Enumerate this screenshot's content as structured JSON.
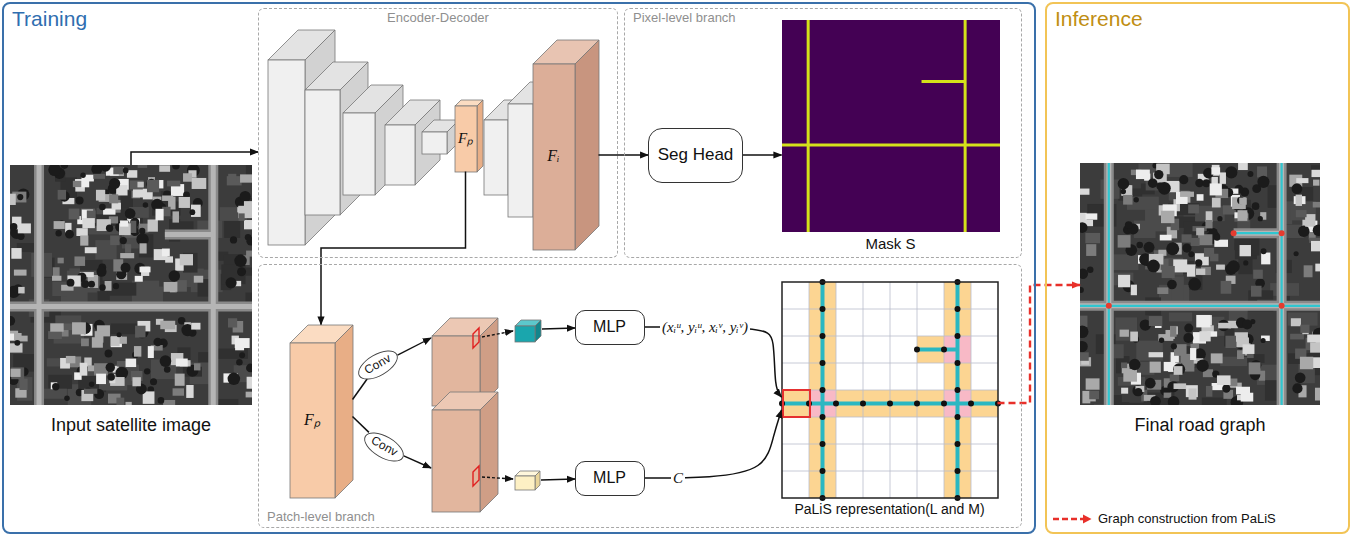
{
  "diagram": {
    "nodes": [
      {
        "text": [
          "Training"
        ]
      },
      {
        "text": [
          "Input satellite image"
        ],
        "in": 0
      },
      {
        "text": [
          "Encoder-Decoder"
        ],
        "in": 0
      },
      {
        "text": [
          "Fₚ"
        ],
        "in": 2
      },
      {
        "text": [
          "Fᵢ"
        ],
        "in": 2
      },
      {
        "text": [
          "Pixel-level branch"
        ],
        "in": 0
      },
      {
        "text": [
          "Seg Head"
        ],
        "in": 5
      },
      {
        "text": [
          "Mask S"
        ],
        "in": 5
      },
      {
        "text": [
          "Patch-level branch"
        ],
        "in": 0
      },
      {
        "text": [
          "Fₚ"
        ],
        "in": 8
      },
      {
        "text": [
          "Conv"
        ],
        "in": 8
      },
      {
        "text": [
          "Conv"
        ],
        "in": 8
      },
      {
        "text": [
          "MLP"
        ],
        "in": 8
      },
      {
        "text": [
          "MLP"
        ],
        "in": 8
      },
      {
        "text": [
          "PaLiS representation(L and M)"
        ],
        "in": 8
      },
      {
        "text": [
          "Inference"
        ]
      },
      {
        "text": [
          "Final road graph"
        ],
        "in": 15
      }
    ],
    "edges": [
      {
        "from": 1,
        "to": 2,
        "arrow": "to"
      },
      {
        "from": 4,
        "to": 6,
        "arrow": "to"
      },
      {
        "from": 6,
        "to": 7,
        "arrow": "to"
      },
      {
        "from": 3,
        "to": 9,
        "arrow": "to"
      },
      {
        "from": 9,
        "to": 10,
        "arrow": "none"
      },
      {
        "from": 9,
        "to": 11,
        "arrow": "none"
      },
      {
        "from": 12,
        "to": 14,
        "arrow": "to",
        "label": "(xᵢᵘ, yᵢᵘ, xᵢᵛ, yᵢᵛ)"
      },
      {
        "from": 13,
        "to": 14,
        "arrow": "to",
        "label": "C"
      },
      {
        "from": 14,
        "to": 16,
        "arrow": "to"
      }
    ],
    "legend": [
      {
        "text": "Graph construction from PaLiS"
      }
    ]
  }
}
